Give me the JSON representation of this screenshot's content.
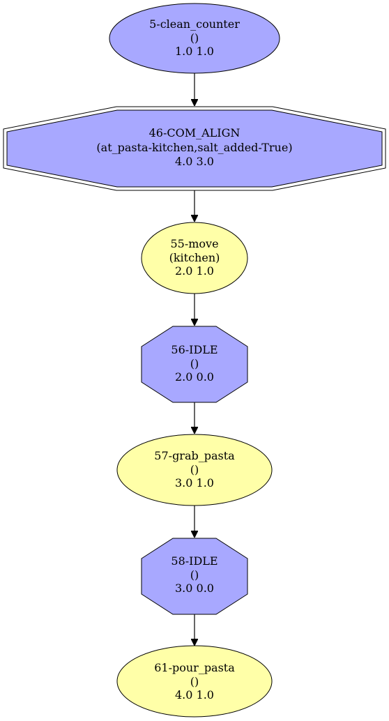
{
  "colors": {
    "blue_node": "#a8a8ff",
    "yellow_node": "#ffffa8",
    "stroke": "#000000",
    "background": "#ffffff"
  },
  "nodes": [
    {
      "id": "n5",
      "shape": "ellipse",
      "color": "blue",
      "lines": [
        "5-clean_counter",
        "()",
        "1.0 1.0"
      ]
    },
    {
      "id": "n46",
      "shape": "double-octagon",
      "color": "blue",
      "lines": [
        "46-COM_ALIGN",
        "(at_pasta-kitchen,salt_added-True)",
        "4.0 3.0"
      ]
    },
    {
      "id": "n55",
      "shape": "ellipse",
      "color": "yellow",
      "lines": [
        "55-move",
        "(kitchen)",
        "2.0 1.0"
      ]
    },
    {
      "id": "n56",
      "shape": "octagon",
      "color": "blue",
      "lines": [
        "56-IDLE",
        "()",
        "2.0 0.0"
      ]
    },
    {
      "id": "n57",
      "shape": "ellipse",
      "color": "yellow",
      "lines": [
        "57-grab_pasta",
        "()",
        "3.0 1.0"
      ]
    },
    {
      "id": "n58",
      "shape": "octagon",
      "color": "blue",
      "lines": [
        "58-IDLE",
        "()",
        "3.0 0.0"
      ]
    },
    {
      "id": "n61",
      "shape": "ellipse",
      "color": "yellow",
      "lines": [
        "61-pour_pasta",
        "()",
        "4.0 1.0"
      ]
    }
  ],
  "edges": [
    {
      "from": "n5",
      "to": "n46"
    },
    {
      "from": "n46",
      "to": "n55"
    },
    {
      "from": "n55",
      "to": "n56"
    },
    {
      "from": "n56",
      "to": "n57"
    },
    {
      "from": "n57",
      "to": "n58"
    },
    {
      "from": "n58",
      "to": "n61"
    }
  ]
}
